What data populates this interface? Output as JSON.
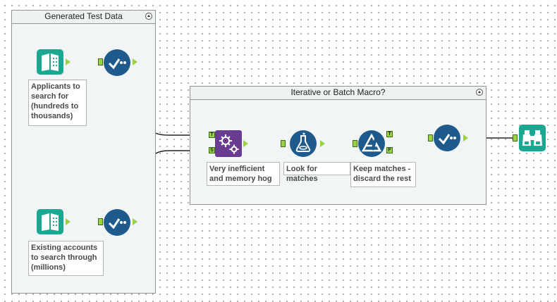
{
  "containers": {
    "generated": {
      "title": "Generated Test Data"
    },
    "macro": {
      "title": "Iterative or Batch Macro?"
    }
  },
  "tools": {
    "input_applicants": {
      "icon": "book-input-icon",
      "label": "Applicants to\nsearch for\n(hundreds to\nthousands)"
    },
    "select_applicants": {
      "icon": "check-select-icon"
    },
    "input_accounts": {
      "icon": "book-input-icon",
      "label": "Existing accounts\nto search through\n(millions)"
    },
    "select_accounts": {
      "icon": "check-select-icon"
    },
    "macro": {
      "icon": "gears-macro-icon",
      "label": "Very inefficient\nand memory hog",
      "anchor_top": "T",
      "anchor_bottom": "S"
    },
    "formula": {
      "icon": "flask-formula-icon",
      "label": "Look for matches"
    },
    "filter": {
      "icon": "filter-icon",
      "label": "Keep matches -\ndiscard the rest",
      "anchor_true": "T",
      "anchor_false": "F"
    },
    "select_result": {
      "icon": "check-select-icon"
    },
    "browse": {
      "icon": "binoculars-browse-icon"
    }
  },
  "colors": {
    "input": "#1aa890",
    "select": "#1e5a8c",
    "macro": "#6a3c91",
    "anchor": "#9bd145",
    "wire": "#222222"
  }
}
